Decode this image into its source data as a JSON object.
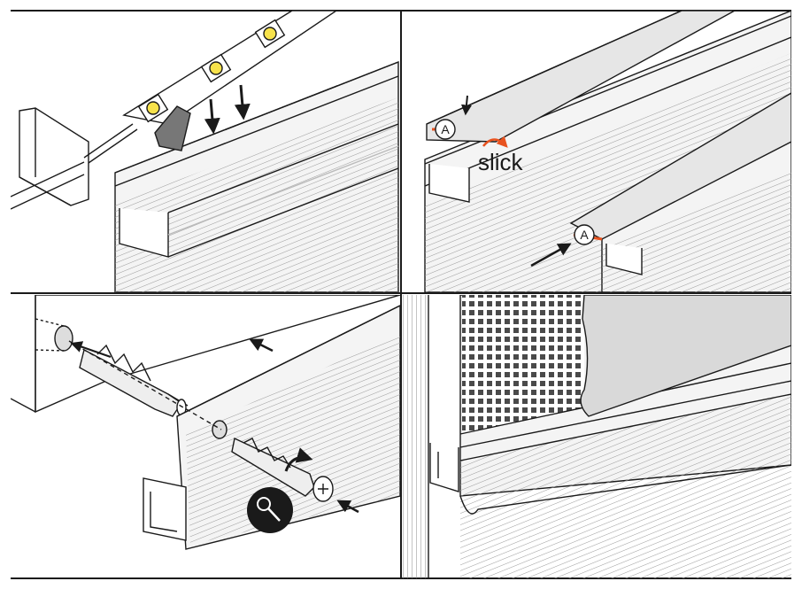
{
  "panels": [
    {
      "id": "panel-1",
      "step": "led-strip-adhesion"
    },
    {
      "id": "panel-2",
      "step": "cover-click-in"
    },
    {
      "id": "panel-3",
      "step": "wall-mounting-screws"
    },
    {
      "id": "panel-4",
      "step": "finished-skirting"
    }
  ],
  "labels": {
    "marker_a": "A",
    "slick": "slick"
  },
  "icons": {
    "press_arrow": "arrow-down-icon",
    "insert_arrow": "arrow-icon",
    "rotate_arrow": "rotate-arrow-icon",
    "tool": "screwdriver-icon"
  },
  "colors": {
    "line": "#1a1a1a",
    "profile_fill": "#f4f4f4",
    "shade": "#d9d9d9",
    "accent": "#e8521f",
    "led": "#f7e24b",
    "badge": "#1a1a1a"
  }
}
